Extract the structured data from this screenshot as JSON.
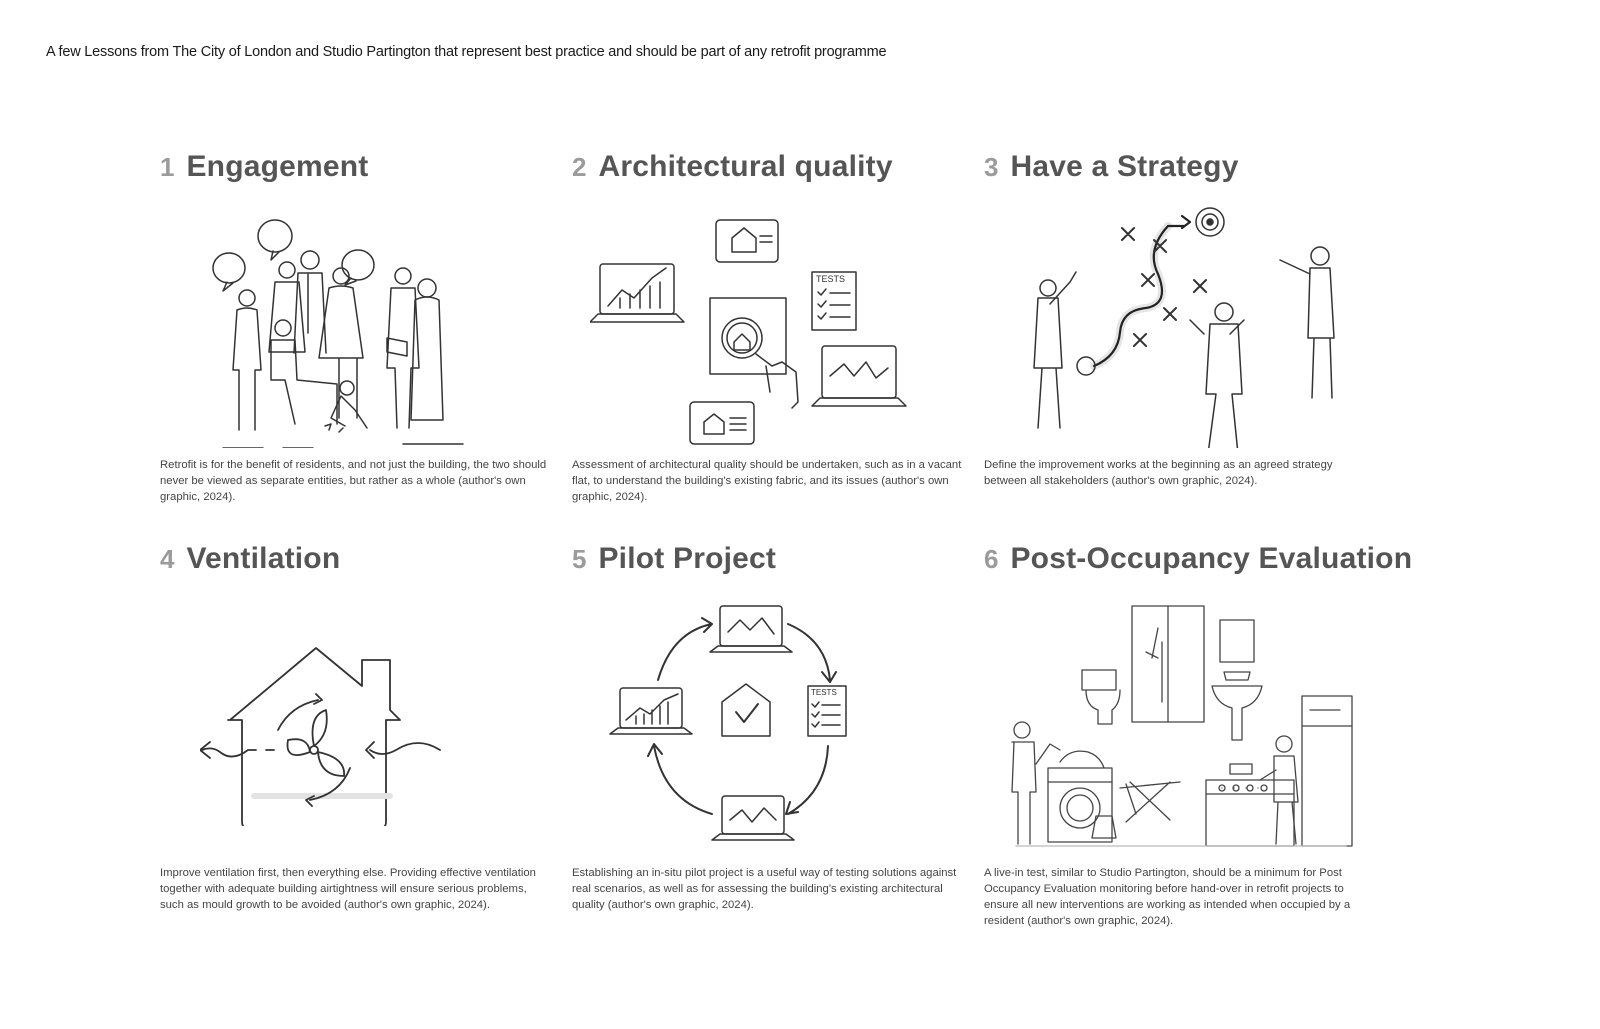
{
  "intro": "A few Lessons from The City of London and Studio Partington that represent best practice and should be part of any retrofit programme",
  "lessons": [
    {
      "num": "1",
      "title": "Engagement",
      "caption": "Retrofit is for the benefit of residents, and not just the building, the two should never be viewed as separate entities, but rather as a whole (author's own graphic, 2024).",
      "illustration": "people-group-speech-bubbles"
    },
    {
      "num": "2",
      "title": "Architectural quality",
      "caption": "Assessment of architectural quality should be undertaken, such as in a vacant flat, to understand the building's existing fabric, and its issues (author's own graphic, 2024).",
      "illustration": "laptops-tests-magnifier",
      "tests_label": "TESTS"
    },
    {
      "num": "3",
      "title": "Have a Strategy",
      "caption": "Define the improvement works at the beginning as an agreed strategy between all stakeholders (author's own graphic, 2024).",
      "illustration": "strategy-path-target"
    },
    {
      "num": "4",
      "title": "Ventilation",
      "caption": "Improve ventilation first, then everything else. Providing effective ventilation together with adequate building airtightness will ensure serious problems, such as mould growth to be avoided (author's own graphic, 2024).",
      "illustration": "house-fan-airflow"
    },
    {
      "num": "5",
      "title": "Pilot Project",
      "caption": "Establishing an in-situ pilot project is a useful way of testing solutions against real scenarios, as well as for assessing the building's existing architectural quality (author's own graphic, 2024).",
      "illustration": "pilot-cycle",
      "tests_label": "TESTS"
    },
    {
      "num": "6",
      "title": "Post-Occupancy Evaluation",
      "caption": "A live-in test, similar to Studio Partington, should be a minimum for Post Occupancy Evaluation monitoring before hand-over in retrofit projects to ensure all new interventions are working as intended when occupied by a resident (author's own graphic, 2024).",
      "illustration": "home-appliances-residents"
    }
  ]
}
